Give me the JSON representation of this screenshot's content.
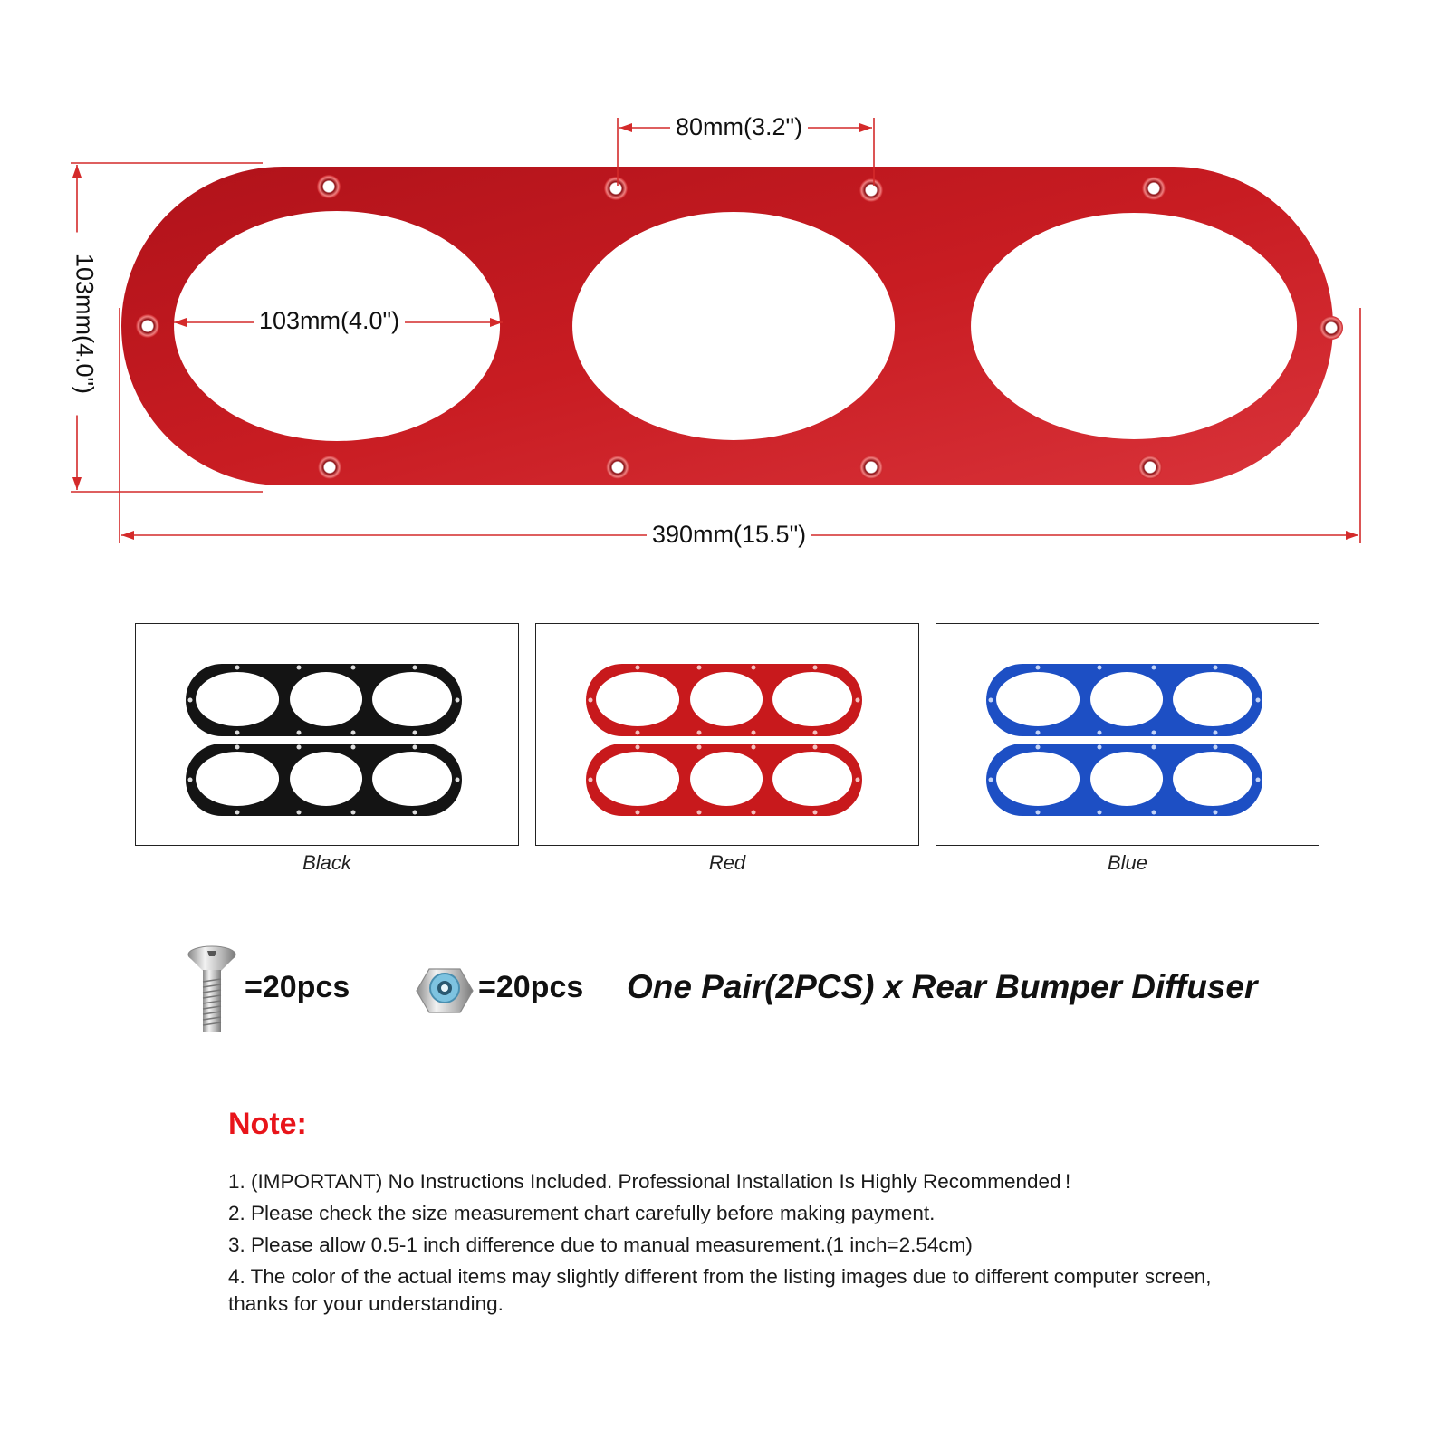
{
  "dimensions": {
    "top_spacing": "80mm(3.2\")",
    "height": "103mm(4.0\")",
    "hole_width": "103mm(4.0\")",
    "overall_length": "390mm(15.5\")"
  },
  "colors": {
    "red_plate": "#c8191c",
    "black_plate": "#141414",
    "blue_plate": "#1d4fc4",
    "dimension_line": "#d42a2a",
    "note_title": "#e8141a"
  },
  "variants": [
    {
      "label": "Black",
      "color": "#141414"
    },
    {
      "label": "Red",
      "color": "#c8191c"
    },
    {
      "label": "Blue",
      "color": "#1d4fc4"
    }
  ],
  "package": {
    "screw_icon": "screw-icon",
    "screw_qty": "=20pcs",
    "nut_icon": "nut-icon",
    "nut_qty": "=20pcs",
    "headline": "One Pair(2PCS) x Rear Bumper Diffuser"
  },
  "note": {
    "title": "Note:",
    "items": [
      "1. (IMPORTANT) No Instructions Included. Professional Installation Is Highly Recommended !",
      "2. Please check the size measurement chart carefully before making payment.",
      "3. Please allow 0.5-1 inch difference due to manual measurement.(1 inch=2.54cm)",
      "4. The color of the actual items may slightly different from the listing images due to different computer screen, thanks for your understanding."
    ]
  }
}
